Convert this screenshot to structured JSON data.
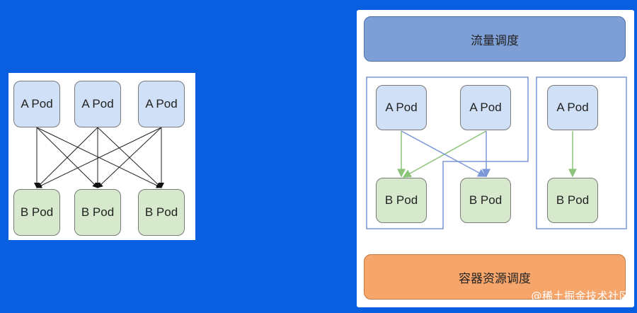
{
  "left": {
    "a_pods": [
      "A Pod",
      "A Pod",
      "A Pod"
    ],
    "b_pods": [
      "B Pod",
      "B Pod",
      "B Pod"
    ]
  },
  "right": {
    "traffic_label": "流量调度",
    "resource_label": "容器资源调度",
    "group1": {
      "a_pods": [
        "A Pod",
        "A Pod"
      ],
      "b_pods": [
        "B Pod",
        "B Pod"
      ]
    },
    "group2": {
      "a_pods": [
        "A Pod"
      ],
      "b_pods": [
        "B Pod"
      ]
    }
  },
  "watermark": "@稀土掘金技术社区",
  "colors": {
    "background": "#0a5fe0",
    "a_pod": "#cfe0f7",
    "b_pod": "#d6e9cc",
    "traffic_bar": "#7e9fd6",
    "resource_bar": "#f6a56b",
    "green_arrow": "#8cc57a",
    "blue_arrow": "#7b97d8"
  }
}
